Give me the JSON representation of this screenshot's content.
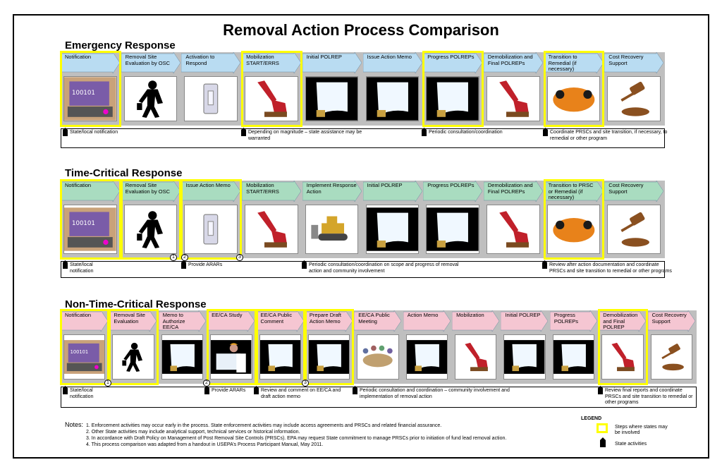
{
  "title": "Removal Action Process Comparison",
  "sections": {
    "emergency": {
      "title": "Emergency Response",
      "steps": [
        "Notification",
        "Removal Site Evaluation by OSC",
        "Activation to Respond",
        "Mobilization START/ERRS",
        "Initial POLREP",
        "Issue Action Memo",
        "Progress POLREPs",
        "Demobilization and Final POLREPs",
        "Transition to Remedial (if necessary)",
        "Cost Recovery Support"
      ],
      "notes": [
        "State/local notification",
        "Depending on magnitude – state assistance may be warranted",
        "Periodic consultation/coordination",
        "Coordinate PRSCs and site transition, if necessary, to remedial or other program"
      ]
    },
    "timecritical": {
      "title": "Time-Critical Response",
      "steps": [
        "Notification",
        "Removal Site Evaluation by OSC",
        "Issue Action Memo",
        "Mobilization START/ERRS",
        "Implement Response Action",
        "Initial POLREP",
        "Progress POLREPs",
        "Demobilization and Final POLREPs",
        "Transition to PRSC or Remedial (if necessary)",
        "Cost Recovery Support"
      ],
      "notes": [
        "State/local notification",
        "Provide ARARs",
        "Periodic consultation/coordination on scope and progress of removal action and community involvement",
        "Review after action documentation and coordinate PRSCs and site transition to remedial or other programs"
      ],
      "markers": [
        "1",
        "2",
        "3"
      ]
    },
    "nontimecritical": {
      "title": "Non-Time-Critical Response",
      "steps": [
        "Notification",
        "Removal Site Evaluation",
        "Memo to Authorize EE/CA",
        "EE/CA Study",
        "EE/CA Public Comment",
        "Prepare Draft Action Memo",
        "EE/CA Public Meeting",
        "Action Memo",
        "Mobilization",
        "Initial POLREP",
        "Progress POLREPs",
        "Demobilization and Final POLREP",
        "Cost Recovery Support"
      ],
      "notes": [
        "State/local notification",
        "Provide ARARs",
        "Review and comment on EE/CA and draft action memo",
        "Periodic consultation and coordination – community involvement and implementation of removal action",
        "Review final reports and coordinate PRSCs and site transition to remedial or other programs"
      ],
      "markers": [
        "1",
        "2",
        "3"
      ]
    }
  },
  "notes_label": "Notes:",
  "footnotes": [
    "1.  Enforcement activities may occur early in the process. State enforcement activities may include access agreements and PRSCs and related financial assurance.",
    "2.  Other State activities may include analytical support, technical services or historical information.",
    "3.  In accordance with Draft Policy on Management of Post Removal Site Controls (PRSCs). EPA may request State commitment to manage PRSCs prior to initiation of fund lead removal action.",
    "4.  This process comparison was adapted from a handout in USEPA’s Process Participant Manual, May 2011."
  ],
  "legend": {
    "title": "LEGEND",
    "highlight": "Steps where states may be involved",
    "state": "State activities"
  },
  "colors": {
    "blue_arrow": "#b9dcf2",
    "green_arrow": "#a9dcc0",
    "pink_arrow": "#f5c6d2",
    "highlight": "#ffff00",
    "band": "#bfbfbf"
  }
}
